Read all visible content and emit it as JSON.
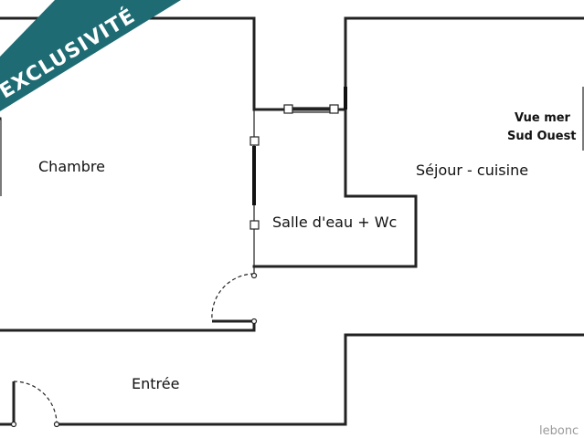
{
  "banner": {
    "text": "EXCLUSIVITÉ",
    "color": "#1e6b73"
  },
  "rooms": {
    "chambre": "Chambre",
    "sejour": "Séjour - cuisine",
    "salle_eau": "Salle d'eau + Wc",
    "entree": "Entrée"
  },
  "note": {
    "line1": "Vue mer",
    "line2": "Sud Ouest"
  },
  "watermark": "lebonc"
}
